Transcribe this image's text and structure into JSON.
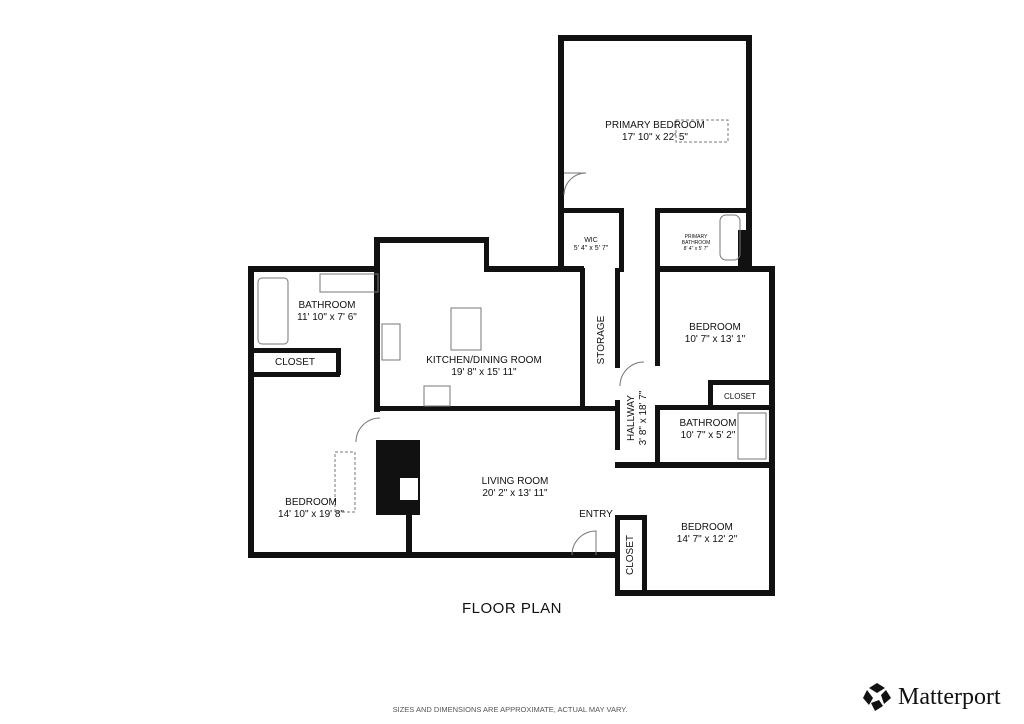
{
  "title": "FLOOR PLAN",
  "disclaimer": "SIZES AND DIMENSIONS ARE APPROXIMATE, ACTUAL MAY VARY.",
  "brand": "Matterport",
  "rooms": {
    "primary_bedroom": {
      "name": "PRIMARY BEDROOM",
      "dims": "17' 10\" x 22' 5\""
    },
    "wic": {
      "name": "WIC",
      "dims": "5' 4\" x 5' 7\""
    },
    "primary_bathroom": {
      "name": "PRIMARY BATHROOM",
      "dims": "8' 4\" x 5' 7\""
    },
    "bathroom_left": {
      "name": "BATHROOM",
      "dims": "11' 10\" x 7' 6\""
    },
    "closet_left": {
      "name": "CLOSET"
    },
    "kitchen": {
      "name": "KITCHEN/DINING ROOM",
      "dims": "19' 8\" x 15' 11\""
    },
    "storage": {
      "name": "STORAGE"
    },
    "bedroom_right": {
      "name": "BEDROOM",
      "dims": "10' 7\" x 13' 1\""
    },
    "closet_right": {
      "name": "CLOSET"
    },
    "hallway": {
      "name": "HALLWAY",
      "dims": "3' 8\" x 18' 7\""
    },
    "bathroom_right": {
      "name": "BATHROOM",
      "dims": "10' 7\" x 5' 2\""
    },
    "bedroom_left": {
      "name": "BEDROOM",
      "dims": "14' 10\" x 19' 8\""
    },
    "living_room": {
      "name": "LIVING ROOM",
      "dims": "20' 2\" x 13' 11\""
    },
    "entry": {
      "name": "ENTRY"
    },
    "bedroom_bottom": {
      "name": "BEDROOM",
      "dims": "14' 7\" x 12' 2\""
    },
    "closet_bottom": {
      "name": "CLOSET"
    }
  }
}
